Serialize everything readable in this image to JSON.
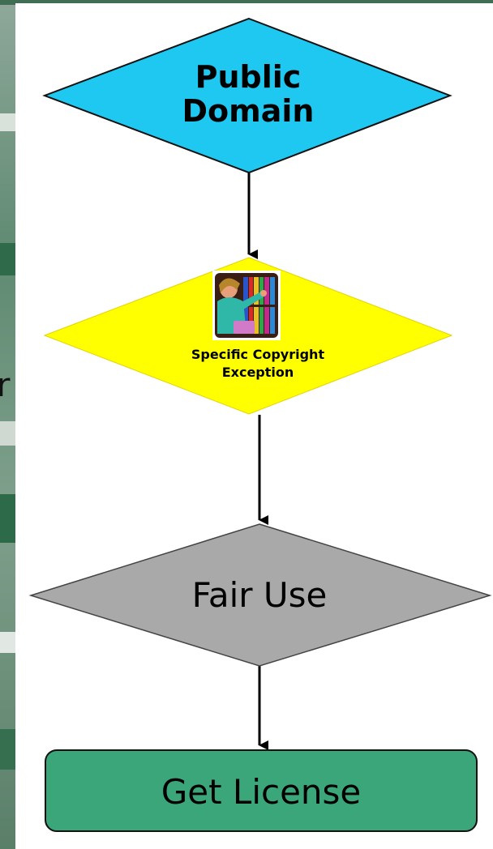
{
  "colors": {
    "panel_background": "#ffffff",
    "public_domain_fill": "#1ec8f0",
    "specific_exception_fill": "#ffff00",
    "fair_use_fill": "#a9a9a9",
    "get_license_fill": "#3aa679",
    "outline": "#111111",
    "arrow": "#000000"
  },
  "left_edge_fragment": "r",
  "diagram": {
    "nodes": [
      {
        "id": "public-domain",
        "shape": "diamond",
        "label_lines": [
          "Public",
          "Domain"
        ]
      },
      {
        "id": "specific-copyright-exception",
        "shape": "diamond",
        "icon": "librarian-bookshelf-clipart-icon",
        "label_lines": [
          "Specific Copyright",
          "Exception"
        ]
      },
      {
        "id": "fair-use",
        "shape": "diamond",
        "label_lines": [
          "Fair Use"
        ]
      },
      {
        "id": "get-license",
        "shape": "rounded-rectangle",
        "label_lines": [
          "Get License"
        ]
      }
    ],
    "edges": [
      {
        "from": "public-domain",
        "to": "specific-copyright-exception"
      },
      {
        "from": "specific-copyright-exception",
        "to": "fair-use"
      },
      {
        "from": "fair-use",
        "to": "get-license"
      }
    ]
  }
}
